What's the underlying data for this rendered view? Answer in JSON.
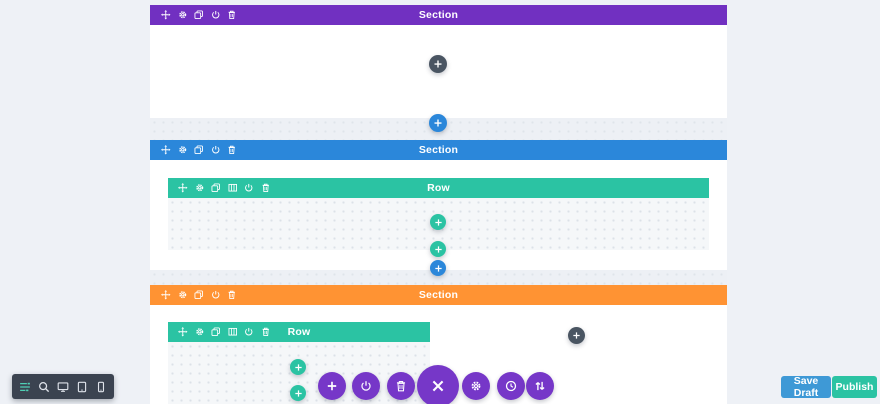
{
  "colors": {
    "background": "#eef1f6",
    "section_purple": "#7130c1",
    "section_blue": "#2b87da",
    "section_orange": "#ff9333",
    "row_green": "#2bc3a3",
    "action_button_purple": "#7637c8",
    "dark_plus_button": "#4a5562",
    "view_toolbar_dark": "#3b4350",
    "save_draft_blue": "#3e99d6",
    "publish_green": "#2bc3a3",
    "row_canvas_gray": "#f5f7f9"
  },
  "sections": [
    {
      "label": "Section",
      "color": "#7130c1",
      "toolbar_icons": [
        "move-icon",
        "settings-icon",
        "duplicate-icon",
        "power-icon",
        "trash-icon"
      ],
      "rows": []
    },
    {
      "label": "Section",
      "color": "#2b87da",
      "toolbar_icons": [
        "move-icon",
        "settings-icon",
        "duplicate-icon",
        "power-icon",
        "trash-icon"
      ],
      "rows": [
        {
          "label": "Row",
          "toolbar_icons": [
            "move-icon",
            "settings-icon",
            "duplicate-icon",
            "columns-icon",
            "power-icon",
            "trash-icon"
          ]
        }
      ]
    },
    {
      "label": "Section",
      "color": "#ff9333",
      "toolbar_icons": [
        "move-icon",
        "settings-icon",
        "duplicate-icon",
        "power-icon",
        "trash-icon"
      ],
      "rows": [
        {
          "label": "Row",
          "toolbar_icons": [
            "move-icon",
            "settings-icon",
            "duplicate-icon",
            "columns-icon",
            "power-icon",
            "trash-icon"
          ]
        }
      ]
    }
  ],
  "floating_buttons": [
    {
      "icon": "plus-icon",
      "color": "#4a5562",
      "purpose": "insert-module-dark-top"
    },
    {
      "icon": "plus-icon",
      "color": "#2b87da",
      "purpose": "insert-section-after-first"
    },
    {
      "icon": "plus-icon",
      "color": "#2bc3a3",
      "purpose": "insert-module-row"
    },
    {
      "icon": "plus-icon",
      "color": "#2bc3a3",
      "purpose": "insert-row"
    },
    {
      "icon": "plus-icon",
      "color": "#2b87da",
      "purpose": "insert-section-after-second"
    },
    {
      "icon": "plus-icon",
      "color": "#4a5562",
      "purpose": "insert-module-dark-bottom"
    },
    {
      "icon": "plus-icon",
      "color": "#2bc3a3",
      "purpose": "insert-module-row-2"
    },
    {
      "icon": "plus-icon",
      "color": "#2bc3a3",
      "purpose": "insert-row-2"
    }
  ],
  "module_actions": {
    "icons": [
      "plus-icon",
      "power-icon",
      "trash-icon",
      "close-icon",
      "settings-icon",
      "history-icon",
      "sort-icon"
    ],
    "color": "#7637c8"
  },
  "view_toolbar": {
    "icons": [
      "wireframe-icon",
      "zoom-icon",
      "desktop-icon",
      "tablet-icon",
      "phone-icon"
    ],
    "active": "wireframe-icon"
  },
  "footer": {
    "save_draft": "Save Draft",
    "publish": "Publish"
  }
}
